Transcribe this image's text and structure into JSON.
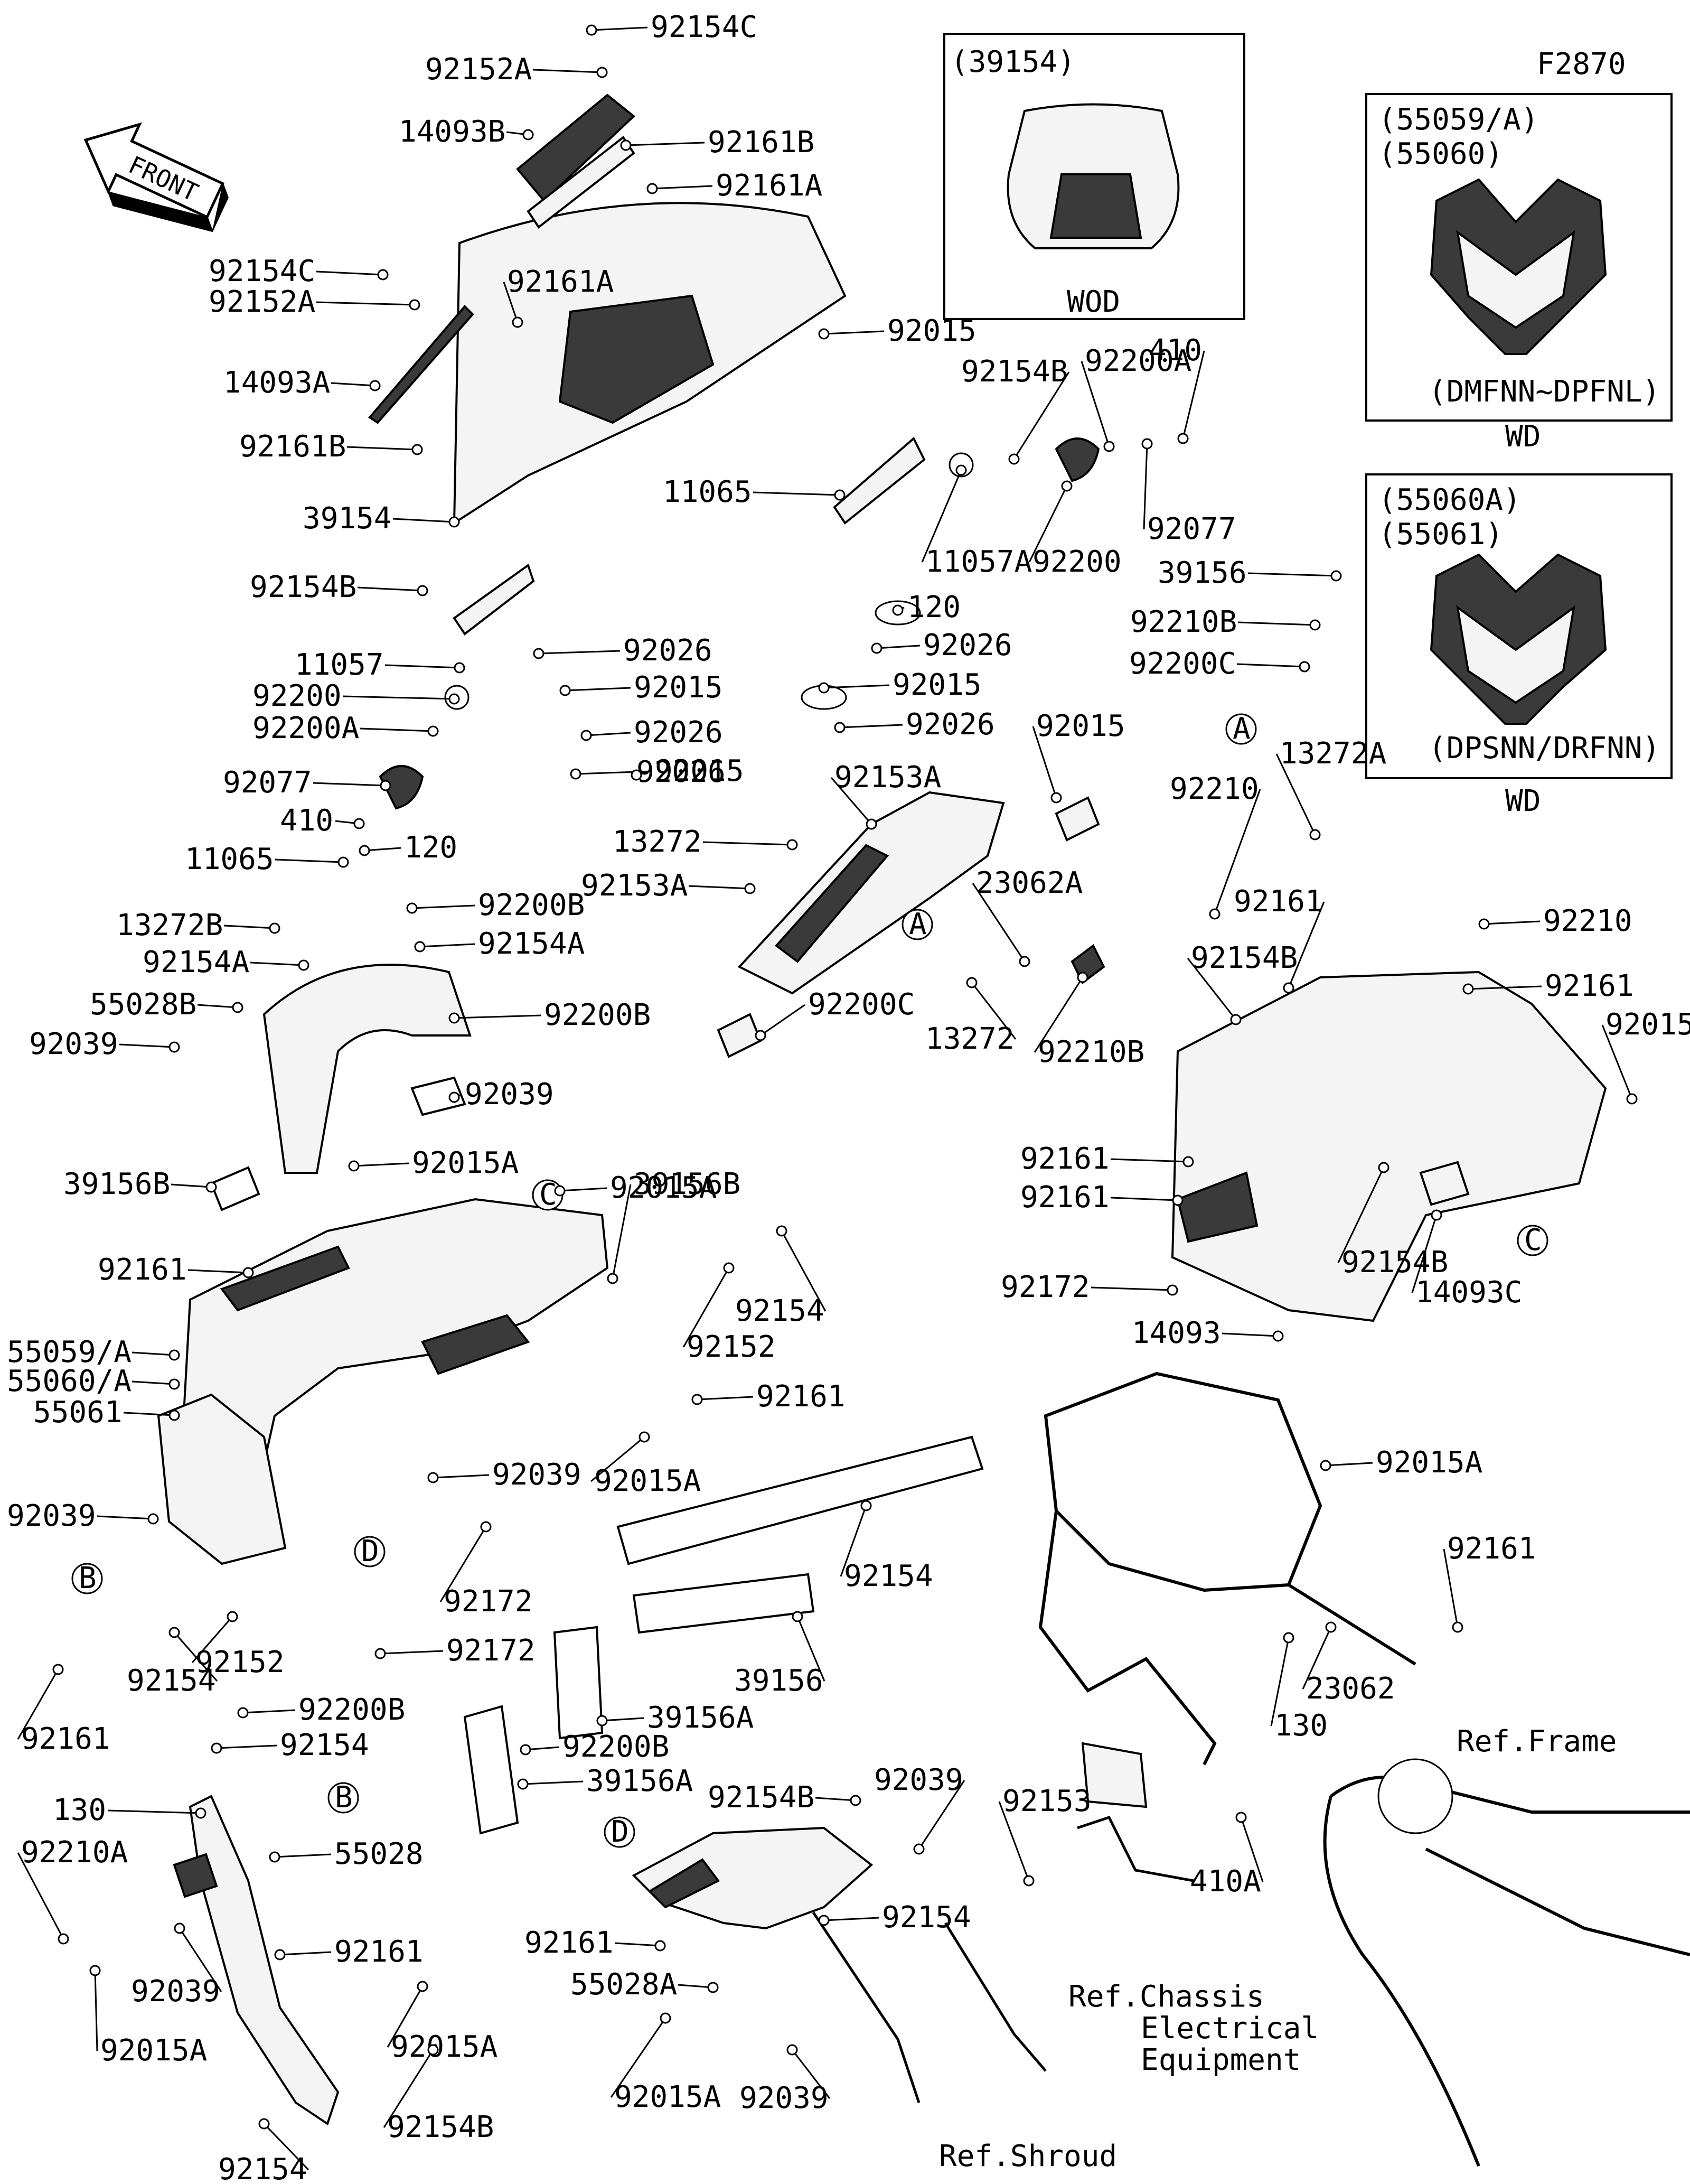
{
  "diagram": {
    "code": "F2870",
    "front_label": "FRONT",
    "variant_boxes": [
      {
        "id": "wod",
        "codes": [
          "(39154)"
        ],
        "caption": "WOD",
        "models": ""
      },
      {
        "id": "wd1",
        "codes": [
          "(55059/A)",
          "(55060)"
        ],
        "caption": "WD",
        "models": "(DMFNN~DPFNL)"
      },
      {
        "id": "wd2",
        "codes": [
          "(55060A)",
          "(55061)"
        ],
        "caption": "WD",
        "models": "(DPSNN/DRFNN)"
      }
    ],
    "reference_circles": [
      "A",
      "A",
      "B",
      "B",
      "C",
      "C",
      "D",
      "D"
    ],
    "references": {
      "frame": "Ref.Frame",
      "chassis": [
        "Ref.Chassis",
        "Electrical",
        "Equipment"
      ],
      "shroud": "Ref.Shroud"
    }
  },
  "labels": [
    "92154C",
    "92152A",
    "14093B",
    "92161B",
    "92161A",
    "92154C",
    "92152A",
    "92161A",
    "14093A",
    "92161B",
    "39154",
    "92154B",
    "11057",
    "92200",
    "92200A",
    "92077",
    "410",
    "11065",
    "120",
    "92026",
    "92015",
    "92026",
    "92015",
    "92026",
    "92015",
    "92154B",
    "92200A",
    "410",
    "11065",
    "11057A",
    "92200",
    "92077",
    "120",
    "92026",
    "92015",
    "92026",
    "92015",
    "13272",
    "92153A",
    "92153A",
    "23062A",
    "92200C",
    "13272",
    "92210B",
    "13272B",
    "92154A",
    "92200B",
    "92154A",
    "92200B",
    "55028B",
    "92039",
    "92039",
    "39156B",
    "92015A",
    "92015A",
    "39156B",
    "92161",
    "55059/A",
    "55060/A",
    "55061",
    "92154",
    "92152",
    "92161",
    "92039",
    "92015A",
    "92039",
    "92172",
    "92154",
    "92152",
    "92172",
    "92161",
    "92200B",
    "92154",
    "92200B",
    "92154",
    "39156",
    "39156A",
    "39156A",
    "39156",
    "92210B",
    "92200C",
    "13272A",
    "92210",
    "92161",
    "92210",
    "92154B",
    "92161",
    "92015A",
    "92161",
    "92161",
    "92154B",
    "14093C",
    "92172",
    "14093",
    "92015A",
    "92161",
    "23062",
    "130",
    "92153",
    "410A",
    "130",
    "92210A",
    "55028",
    "92161",
    "92015A",
    "92039",
    "92154",
    "92015A",
    "92154B",
    "92039",
    "92161",
    "92154",
    "55028A",
    "92015A",
    "92039",
    "92154B",
    "92039"
  ]
}
